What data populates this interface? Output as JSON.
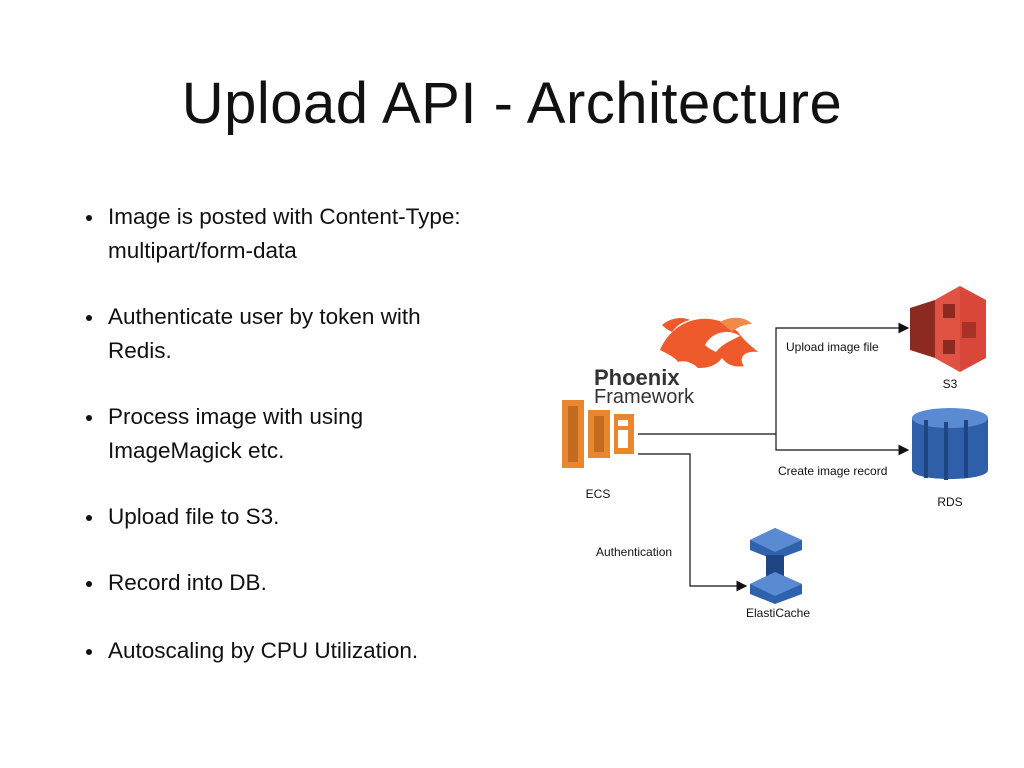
{
  "slide": {
    "title": "Upload API - Architecture",
    "bullets": [
      [
        "Image is posted with Content-Type:",
        "multipart/form-data"
      ],
      [
        "Authenticate user by token with",
        "Redis."
      ],
      [
        "Process image with using",
        "ImageMagick etc."
      ],
      [
        "Upload file to S3."
      ],
      [
        "Record into DB."
      ],
      [
        "Autoscaling by CPU Utilization."
      ]
    ]
  },
  "diagram": {
    "framework_logo": {
      "line1": "Phoenix",
      "line2": "Framework"
    },
    "nodes": {
      "ecs": "ECS",
      "s3": "S3",
      "rds": "RDS",
      "elasticache": "ElastiCache"
    },
    "edges": {
      "upload": "Upload image file",
      "record": "Create image record",
      "auth": "Authentication"
    },
    "colors": {
      "ecs": "#e8872e",
      "s3": "#d9473a",
      "rds": "#2f5fa8",
      "elasticache": "#2e62ad",
      "phoenix": "#ef5a2d"
    }
  }
}
